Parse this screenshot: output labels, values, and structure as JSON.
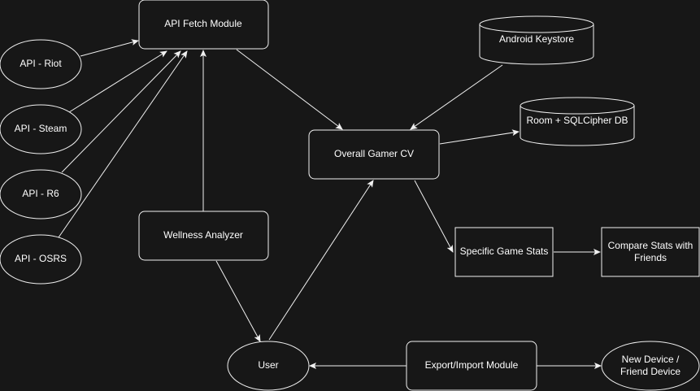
{
  "colors": {
    "background": "#171717",
    "stroke": "#f0f0f0",
    "text": "#ffffff"
  },
  "nodes": {
    "api_riot": "API - Riot",
    "api_steam": "API - Steam",
    "api_r6": "API - R6",
    "api_osrs": "API - OSRS",
    "api_fetch": "API Fetch Module",
    "wellness": "Wellness Analyzer",
    "user": "User",
    "gamer_cv": "Overall Gamer CV",
    "keystore": "Android Keystore",
    "room_db": "Room + SQLCipher DB",
    "game_stats": "Specific Game Stats",
    "compare": {
      "line1": "Compare Stats with",
      "line2": "Friends"
    },
    "export_import": "Export/Import Module",
    "new_device": {
      "line1": "New Device /",
      "line2": "Friend Device"
    }
  }
}
